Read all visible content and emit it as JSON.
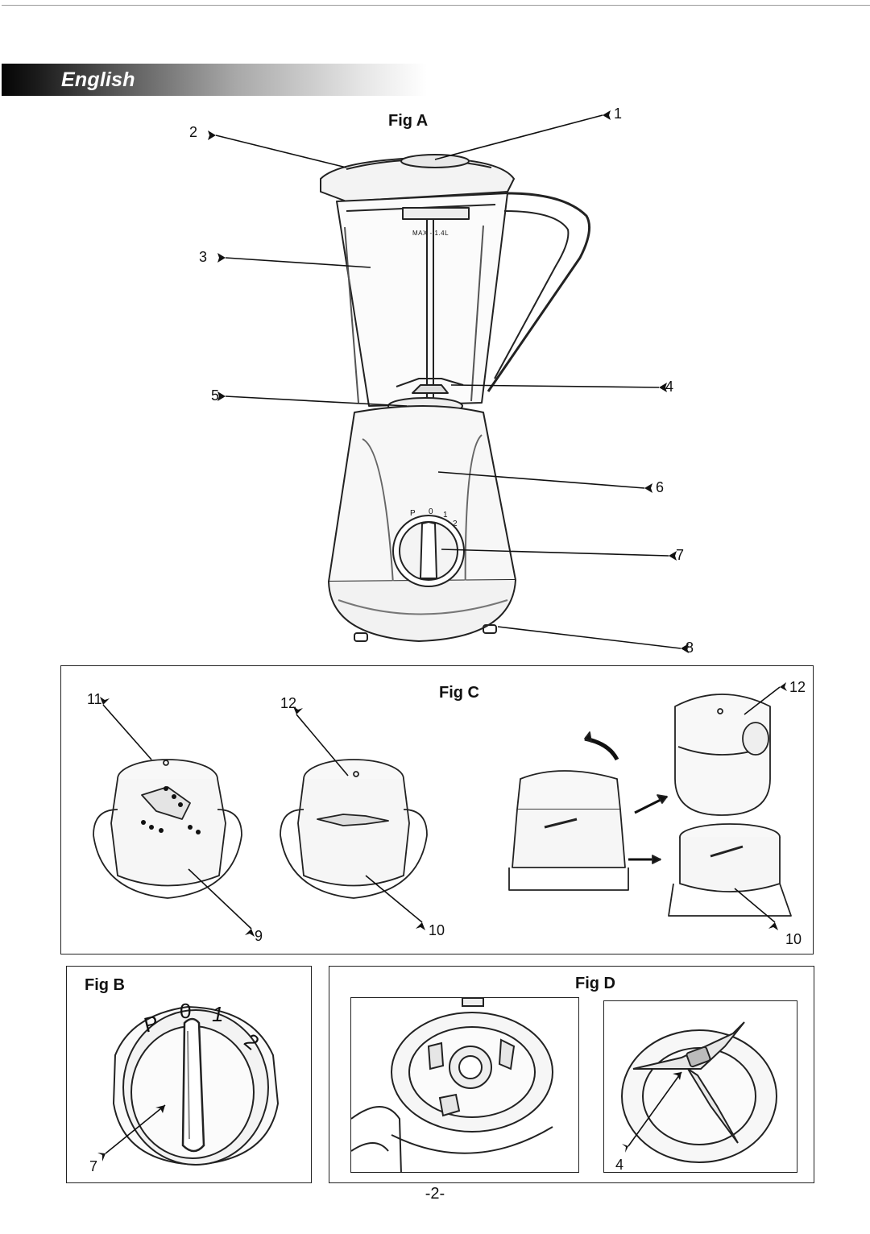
{
  "language": "English",
  "page_number": "-2-",
  "fig_a": {
    "title": "Fig A",
    "capacity_mark": "MAX - 1.4L",
    "dial_marks": [
      "P",
      "0",
      "1",
      "2"
    ],
    "callouts": [
      "1",
      "2",
      "3",
      "4",
      "5",
      "6",
      "7",
      "8"
    ]
  },
  "fig_b": {
    "title": "Fig B",
    "dial_marks": [
      "P",
      "0",
      "1",
      "2"
    ],
    "callout": "7"
  },
  "fig_c": {
    "title": "Fig C",
    "callouts": [
      "11",
      "12",
      "9",
      "10",
      "12",
      "10"
    ]
  },
  "fig_d": {
    "title": "Fig D",
    "callout": "4"
  }
}
